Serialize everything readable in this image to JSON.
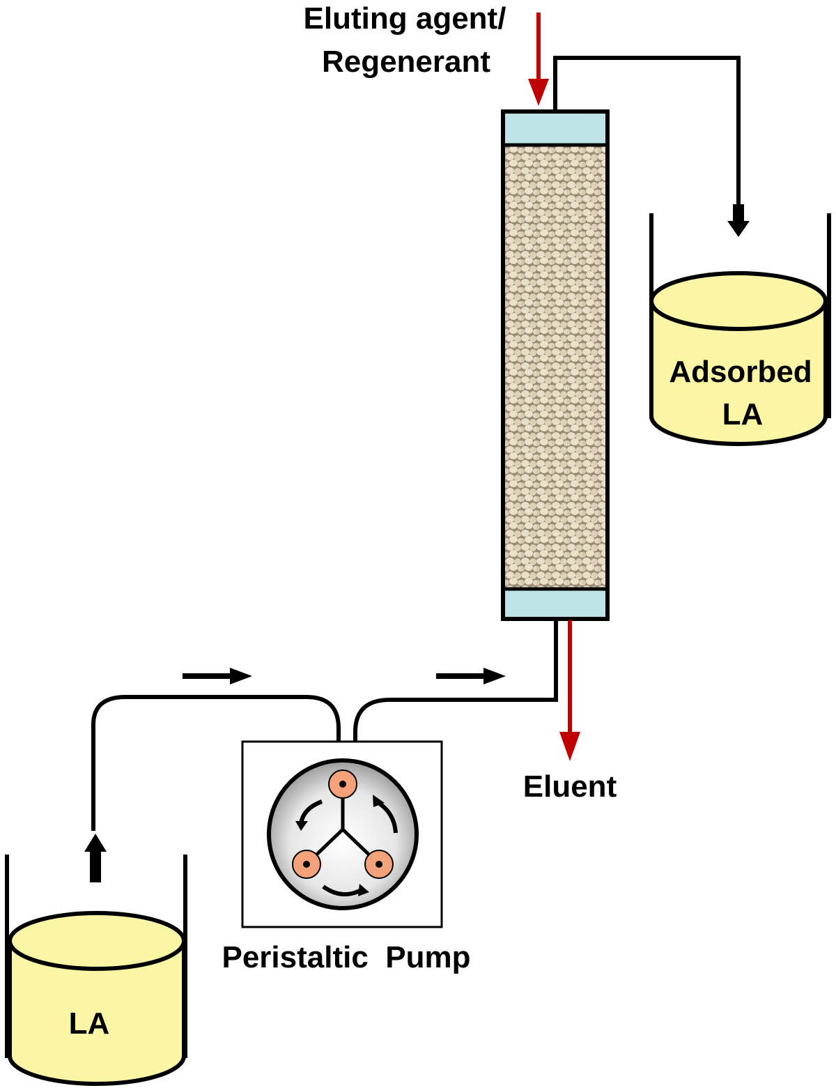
{
  "labels": {
    "eluting_agent_line1": "Eluting agent/",
    "eluting_agent_line2": "Regenerant",
    "adsorbed_line1": "Adsorbed",
    "adsorbed_line2": "LA",
    "eluent": "Eluent",
    "feed_tank": "LA",
    "pump": "Peristaltic  Pump"
  },
  "colors": {
    "liquid": "#fbf6a6",
    "column_cap": "#bde3e6",
    "resin_bead": "#e6dcc4",
    "resin_shadow": "#8f8069",
    "red_flow": "#c00000",
    "pump_roller": "#f3a27a",
    "stroke": "#000000"
  }
}
